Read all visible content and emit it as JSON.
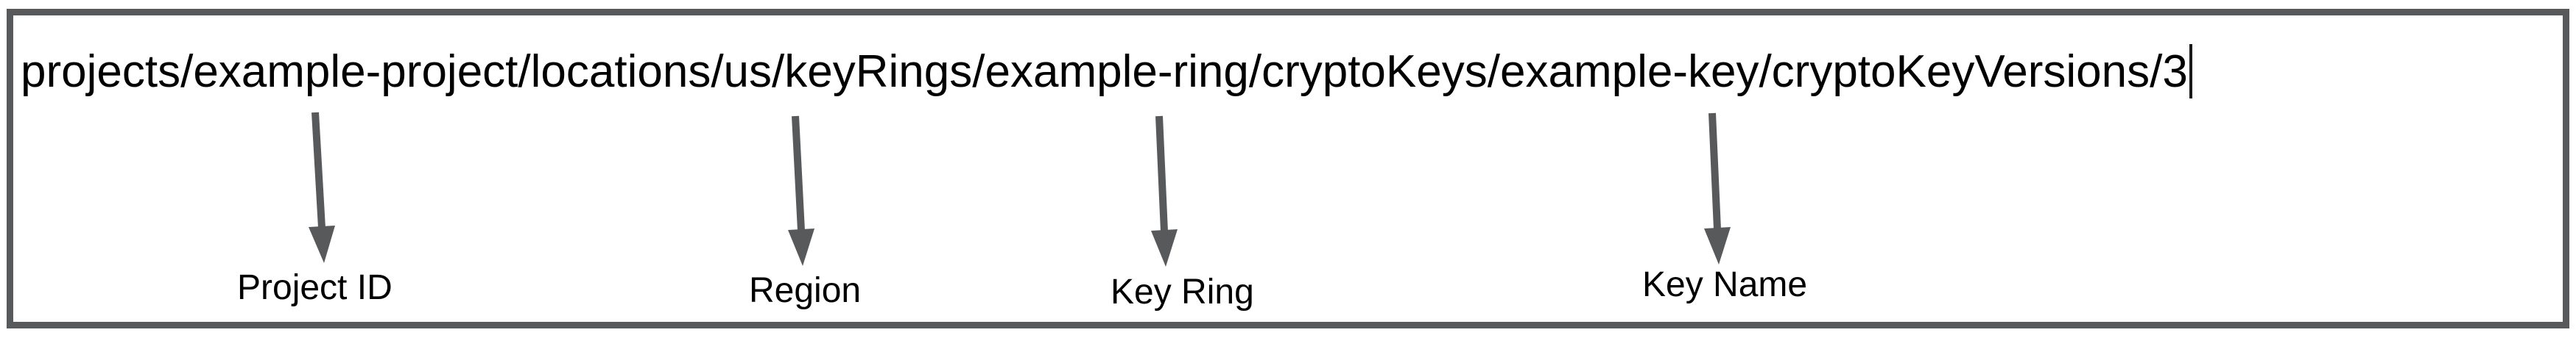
{
  "diagram": {
    "resource_path": "projects/example-project/locations/us/keyRings/example-ring/cryptoKeys/example-key/cryptoKeyVersions/3",
    "labels": [
      {
        "text": "Project ID",
        "points_to_segment": "example-project"
      },
      {
        "text": "Region",
        "points_to_segment": "us"
      },
      {
        "text": "Key Ring",
        "points_to_segment": "example-ring"
      },
      {
        "text": "Key Name",
        "points_to_segment": "example-key"
      }
    ],
    "icons": [
      {
        "name": "down-arrow-icon",
        "count": 4
      }
    ],
    "colors": {
      "arrow": "#58595b",
      "border": "#58595b",
      "text": "#000000",
      "background": "#ffffff"
    },
    "cursor_visible": true
  }
}
